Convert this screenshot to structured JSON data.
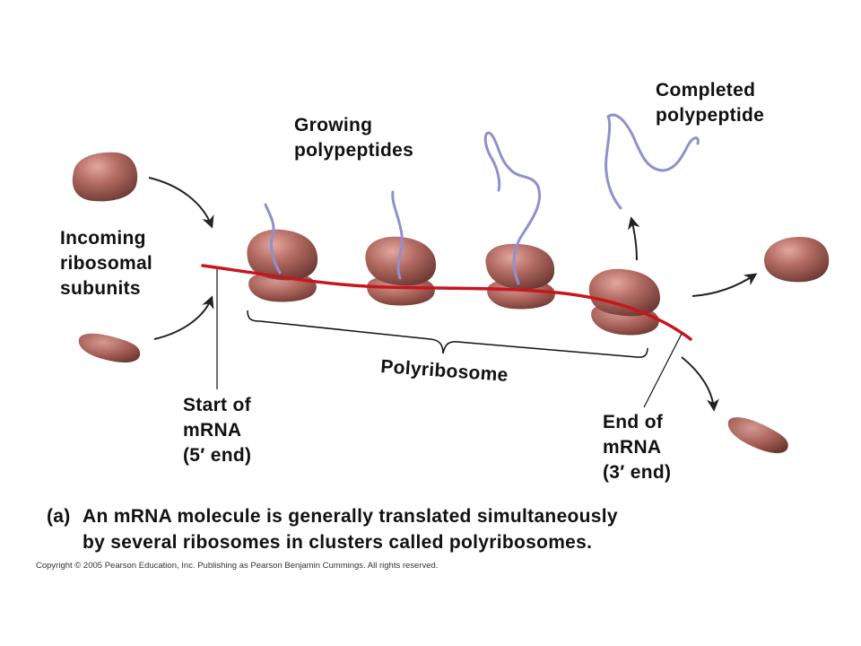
{
  "labels": {
    "completed": [
      "Completed",
      "polypeptide"
    ],
    "growing": [
      "Growing",
      "polypeptides"
    ],
    "incoming": [
      "Incoming",
      "ribosomal",
      "subunits"
    ],
    "polyribosome": "Polyribosome",
    "start": [
      "Start of",
      "mRNA",
      "(5′  end)"
    ],
    "end": [
      "End of",
      "mRNA",
      "(3′  end)"
    ]
  },
  "caption": {
    "tag": "(a)",
    "line1": "An mRNA molecule is generally translated simultaneously",
    "line2": "by several ribosomes in clusters called polyribosomes."
  },
  "copyright": "Copyright © 2005 Pearson Education, Inc. Publishing as Pearson Benjamin Cummings. All rights reserved.",
  "colors": {
    "ribosome": "#a8625a",
    "ribosome_dark": "#6e3a34",
    "mrna": "#c8161d",
    "polypeptide": "#9090cc",
    "arrow": "#222222"
  }
}
